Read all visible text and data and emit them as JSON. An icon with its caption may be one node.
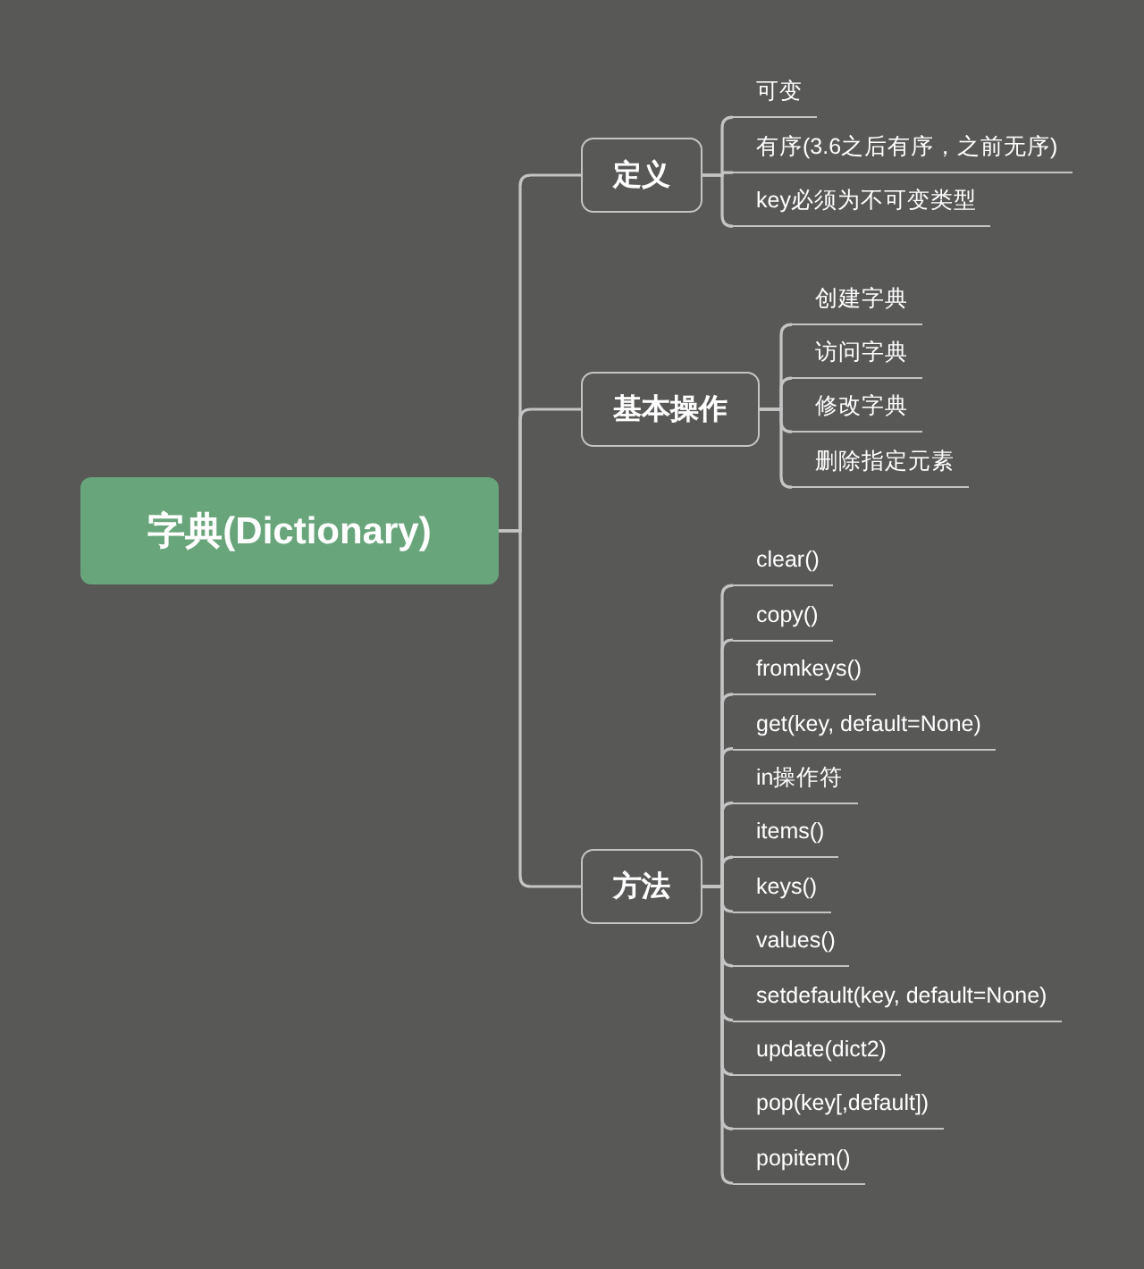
{
  "diagram": {
    "nodes": [
      {
        "text": [
          "字典(Dictionary)"
        ]
      },
      {
        "text": [
          "定义"
        ]
      },
      {
        "text": [
          "可变"
        ]
      },
      {
        "text": [
          "有序(3.6之后有序，之前无序)"
        ]
      },
      {
        "text": [
          "key必须为不可变类型"
        ]
      },
      {
        "text": [
          "基本操作"
        ]
      },
      {
        "text": [
          "创建字典"
        ]
      },
      {
        "text": [
          "访问字典"
        ]
      },
      {
        "text": [
          "修改字典"
        ]
      },
      {
        "text": [
          "删除指定元素"
        ]
      },
      {
        "text": [
          "方法"
        ]
      },
      {
        "text": [
          "clear()"
        ]
      },
      {
        "text": [
          "copy()"
        ]
      },
      {
        "text": [
          "fromkeys()"
        ]
      },
      {
        "text": [
          "get(key, default=None)"
        ]
      },
      {
        "text": [
          "in操作符"
        ]
      },
      {
        "text": [
          "items()"
        ]
      },
      {
        "text": [
          "keys()"
        ]
      },
      {
        "text": [
          "values()"
        ]
      },
      {
        "text": [
          "setdefault(key, default=None)"
        ]
      },
      {
        "text": [
          "update(dict2)"
        ]
      },
      {
        "text": [
          "pop(key[,default])"
        ]
      },
      {
        "text": [
          "popitem()"
        ]
      }
    ],
    "edges": [
      {
        "from": 0,
        "to": 1,
        "arrow": "none"
      },
      {
        "from": 0,
        "to": 5,
        "arrow": "none"
      },
      {
        "from": 0,
        "to": 10,
        "arrow": "none"
      },
      {
        "from": 1,
        "to": 2,
        "arrow": "none"
      },
      {
        "from": 1,
        "to": 3,
        "arrow": "none"
      },
      {
        "from": 1,
        "to": 4,
        "arrow": "none"
      },
      {
        "from": 5,
        "to": 6,
        "arrow": "none"
      },
      {
        "from": 5,
        "to": 7,
        "arrow": "none"
      },
      {
        "from": 5,
        "to": 8,
        "arrow": "none"
      },
      {
        "from": 5,
        "to": 9,
        "arrow": "none"
      },
      {
        "from": 10,
        "to": 11,
        "arrow": "none"
      },
      {
        "from": 10,
        "to": 12,
        "arrow": "none"
      },
      {
        "from": 10,
        "to": 13,
        "arrow": "none"
      },
      {
        "from": 10,
        "to": 14,
        "arrow": "none"
      },
      {
        "from": 10,
        "to": 15,
        "arrow": "none"
      },
      {
        "from": 10,
        "to": 16,
        "arrow": "none"
      },
      {
        "from": 10,
        "to": 17,
        "arrow": "none"
      },
      {
        "from": 10,
        "to": 18,
        "arrow": "none"
      },
      {
        "from": 10,
        "to": 19,
        "arrow": "none"
      },
      {
        "from": 10,
        "to": 20,
        "arrow": "none"
      },
      {
        "from": 10,
        "to": 21,
        "arrow": "none"
      },
      {
        "from": 10,
        "to": 22,
        "arrow": "none"
      }
    ]
  }
}
